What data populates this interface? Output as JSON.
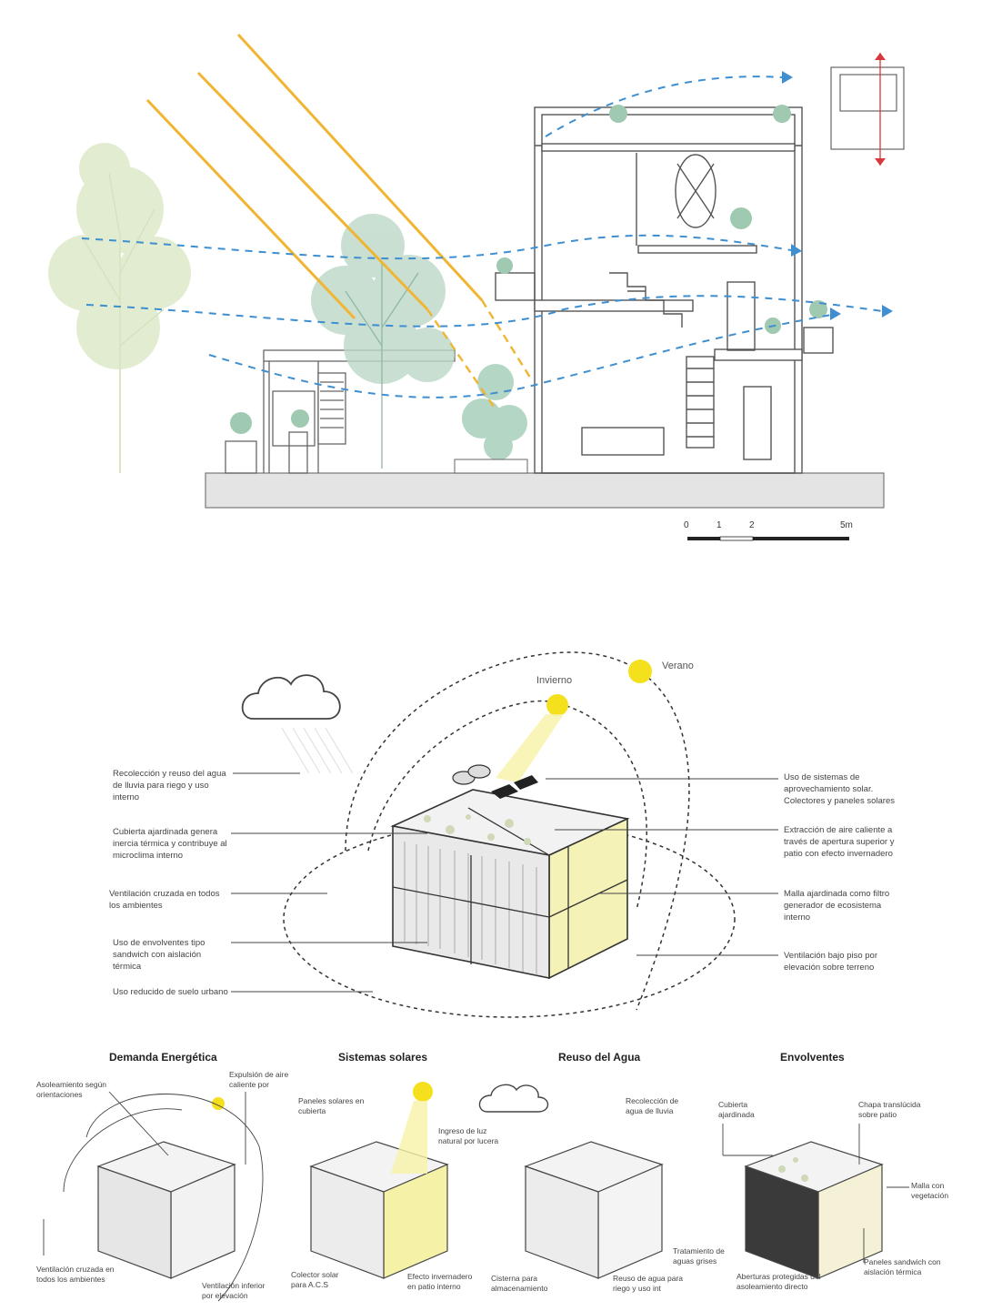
{
  "section": {
    "scale_labels": [
      "0",
      "1",
      "2",
      "5m"
    ]
  },
  "isometric": {
    "season_winter": "Invierno",
    "season_summer": "Verano",
    "left_labels": [
      "Recolección y reuso del agua de lluvia para riego y uso interno",
      "Cubierta ajardinada genera inercia térmica y contribuye al microclima interno",
      "Ventilación cruzada en todos los ambientes",
      "Uso de envolventes tipo sandwich con aislación térmica",
      "Uso reducido de suelo urbano"
    ],
    "right_labels": [
      "Uso de sistemas de aprovechamiento solar. Colectores y paneles solares",
      "Extracción de aire caliente a través de apertura superior y patio con efecto invernadero",
      "Malla ajardinada como filtro generador de ecosistema interno",
      "Ventilación bajo piso por elevación sobre terreno"
    ]
  },
  "panels": [
    {
      "title": "Demanda Energética",
      "labels": [
        "Asoleamiento según orientaciones",
        "Expulsión de aire caliente por",
        "Ventilación cruzada en todos los ambientes",
        "Ventilación inferior por elevación"
      ]
    },
    {
      "title": "Sistemas solares",
      "labels": [
        "Paneles solares en cubierta",
        "Ingreso de luz natural por lucera",
        "Colector solar para A.C.S",
        "Efecto invernadero en patio interno"
      ]
    },
    {
      "title": "Reuso del Agua",
      "labels": [
        "Recolección de agua de lluvia",
        "Tratamiento de aguas grises",
        "Cisterna para almacenamiento",
        "Reuso de agua para riego y uso int"
      ]
    },
    {
      "title": "Envolventes",
      "labels": [
        "Cubierta ajardinada",
        "Chapa translúcida sobre patio",
        "Malla con vegetación",
        "Paneles sandwich con aislación térmica",
        "Aberturas protegidas del asoleamiento directo"
      ]
    }
  ],
  "colors": {
    "sun": "#f2c21b",
    "sunbeam": "#f0b533",
    "airflow": "#3f8fd0",
    "vegetation": "#a9c98a",
    "ground": "#e3e3e3",
    "line": "#555555",
    "section_line": "#d9363e",
    "glass_yellow": "#f5f2b8"
  }
}
